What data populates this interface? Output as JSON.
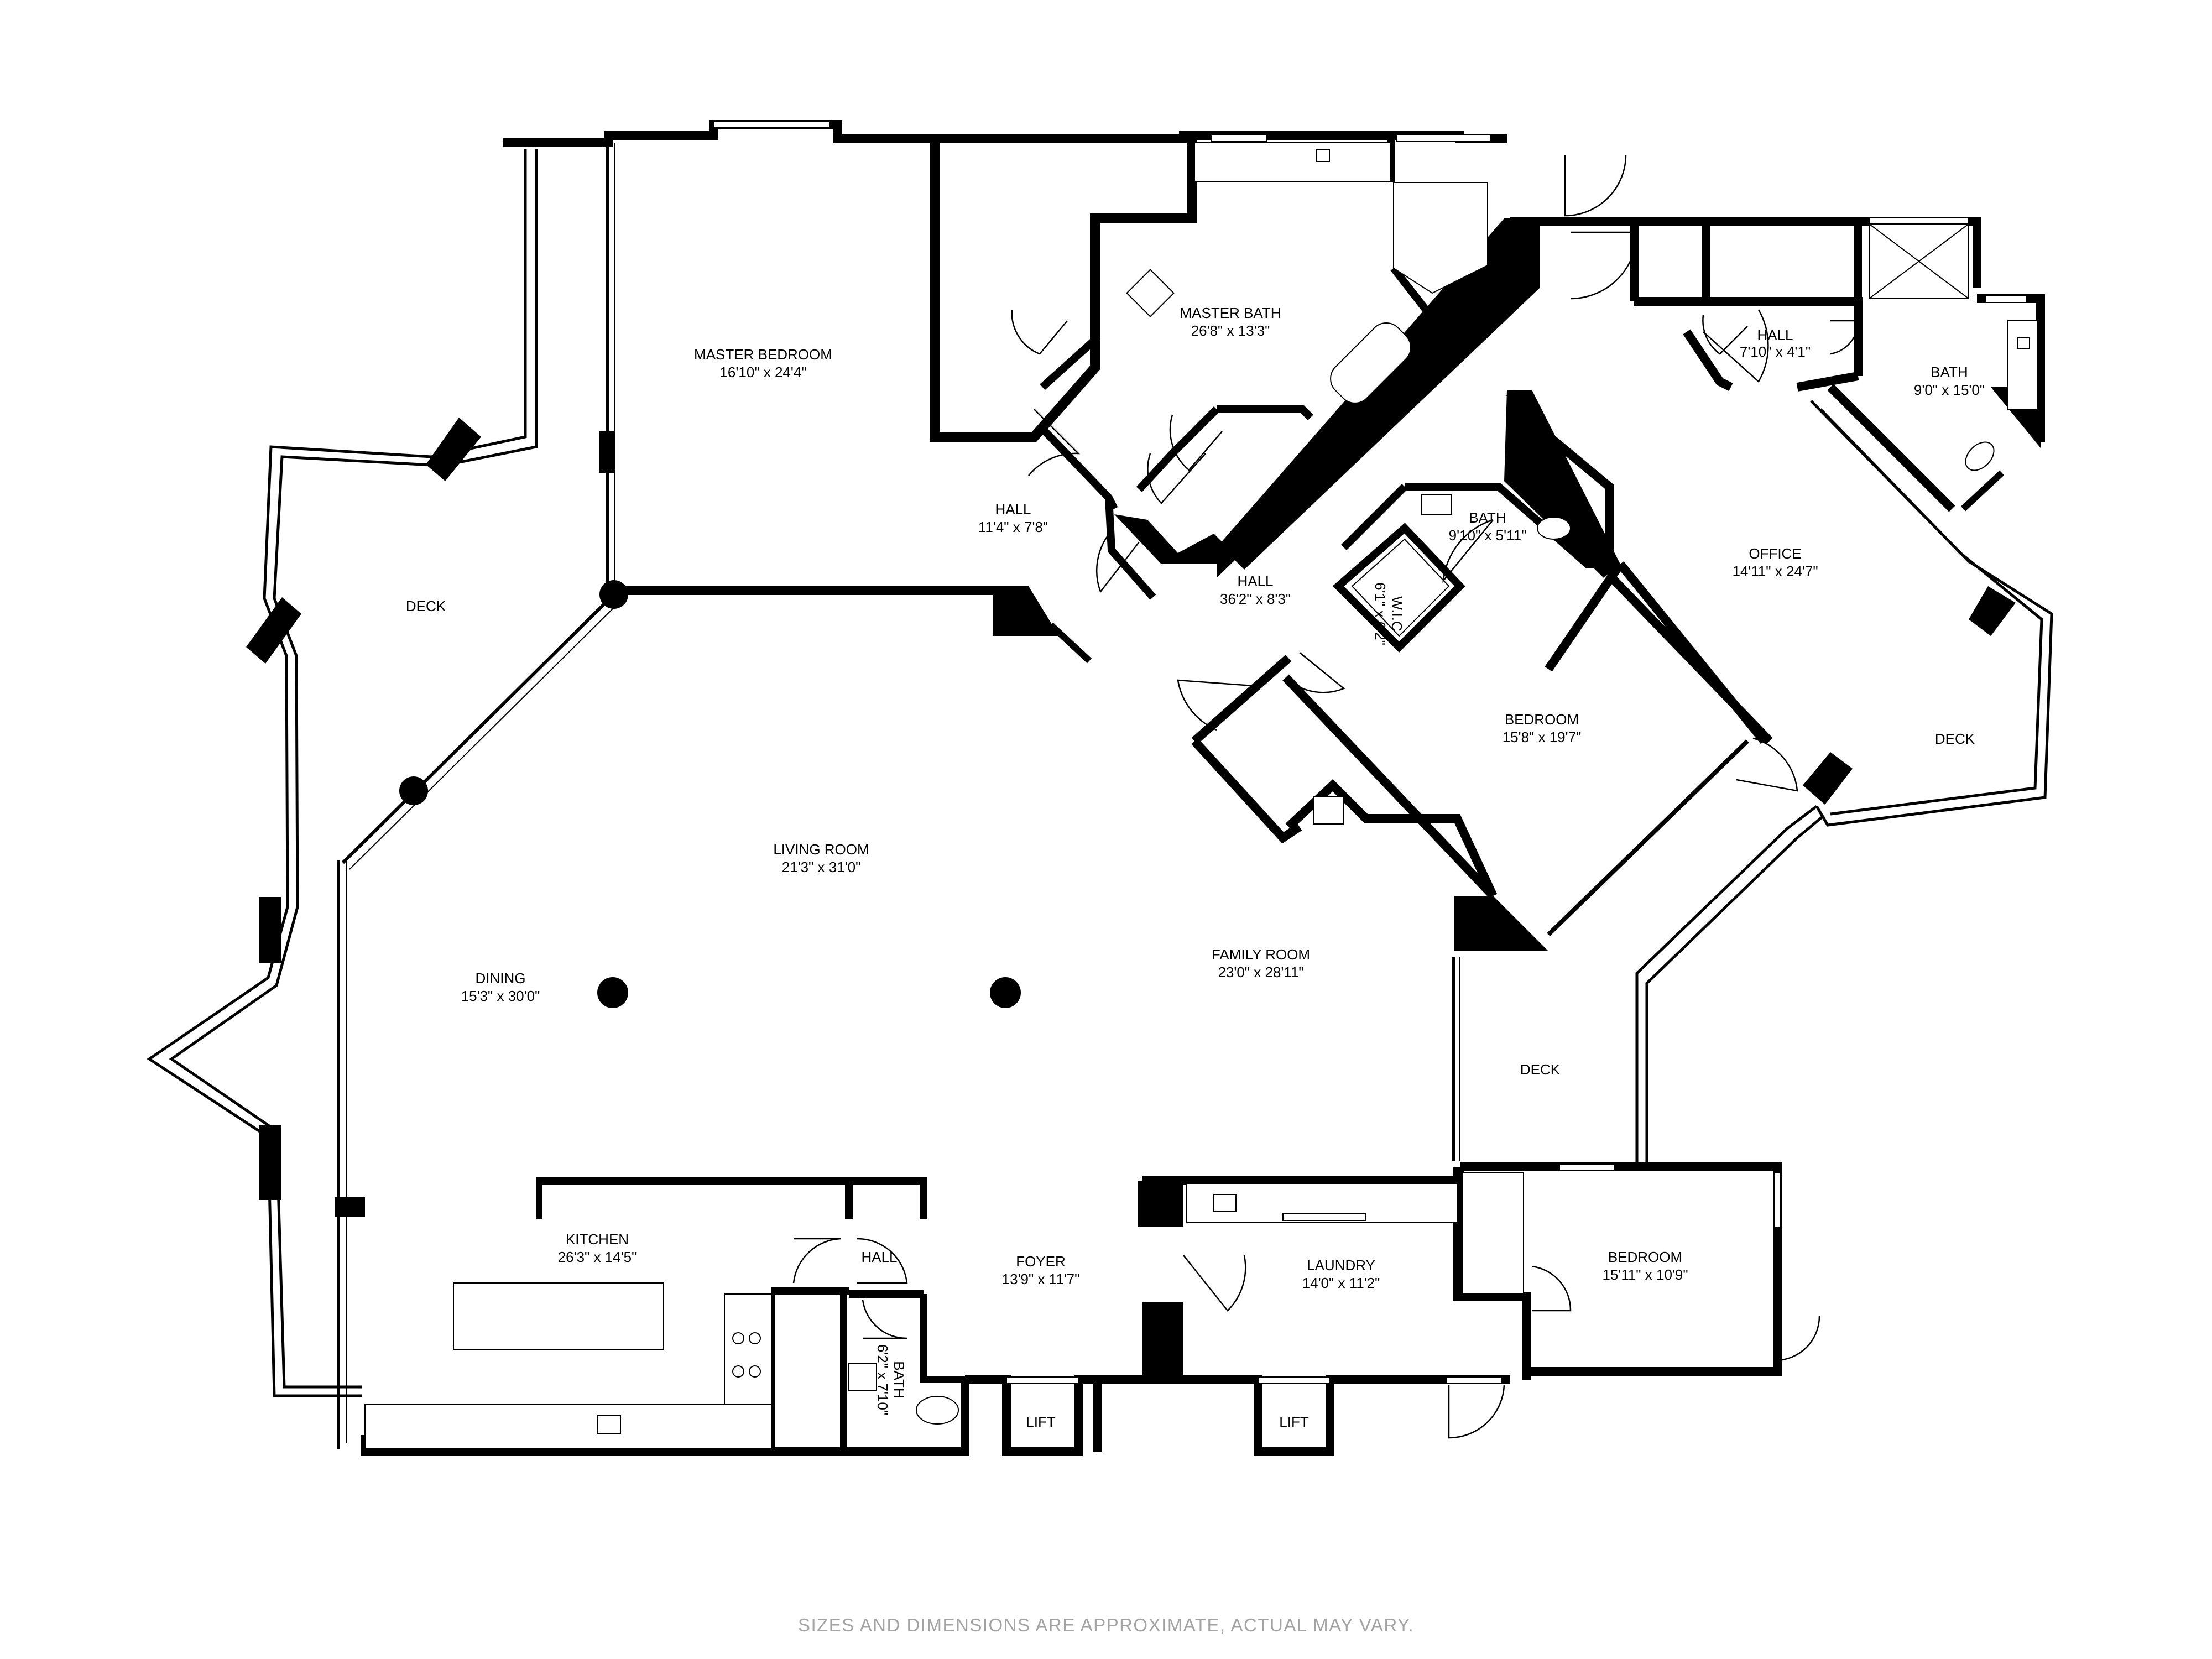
{
  "rooms": {
    "master_bedroom": {
      "name": "MASTER BEDROOM",
      "dim": "16'10\" x 24'4\""
    },
    "master_bath": {
      "name": "MASTER BATH",
      "dim": "26'8\" x 13'3\""
    },
    "hall_upper": {
      "name": "HALL",
      "dim": "11'4\" x 7'8\""
    },
    "hall_center": {
      "name": "HALL",
      "dim": "36'2\" x 8'3\""
    },
    "hall_right": {
      "name": "HALL",
      "dim": "7'10\" x 4'1\""
    },
    "bath_right": {
      "name": "BATH",
      "dim": "9'0\" x 15'0\""
    },
    "bath_middle": {
      "name": "BATH",
      "dim": "9'10\" x 5'11\""
    },
    "wic": {
      "name": "W.I.C",
      "dim": "6'1\" x 6'2\""
    },
    "office": {
      "name": "OFFICE",
      "dim": "14'11\" x 24'7\""
    },
    "bedroom_upper": {
      "name": "BEDROOM",
      "dim": "15'8\" x 19'7\""
    },
    "living_room": {
      "name": "LIVING ROOM",
      "dim": "21'3\" x 31'0\""
    },
    "dining": {
      "name": "DINING",
      "dim": "15'3\" x 30'0\""
    },
    "family_room": {
      "name": "FAMILY ROOM",
      "dim": "23'0\" x 28'11\""
    },
    "kitchen": {
      "name": "KITCHEN",
      "dim": "26'3\" x 14'5\""
    },
    "hall_small": {
      "name": "HALL"
    },
    "bath_small": {
      "name": "BATH",
      "dim": "6'2\" x 7'10\""
    },
    "foyer": {
      "name": "FOYER",
      "dim": "13'9\" x 11'7\""
    },
    "laundry": {
      "name": "LAUNDRY",
      "dim": "14'0\" x 11'2\""
    },
    "bedroom_lower": {
      "name": "BEDROOM",
      "dim": "15'11\" x 10'9\""
    },
    "lift_left": {
      "name": "LIFT"
    },
    "lift_right": {
      "name": "LIFT"
    },
    "deck_left": {
      "name": "DECK"
    },
    "deck_right": {
      "name": "DECK"
    },
    "deck_lower": {
      "name": "DECK"
    }
  },
  "footer_note": "SIZES AND DIMENSIONS ARE APPROXIMATE, ACTUAL MAY VARY.",
  "colors": {
    "wall": "#000000",
    "background": "#ffffff",
    "note": "#a3a3a3"
  }
}
